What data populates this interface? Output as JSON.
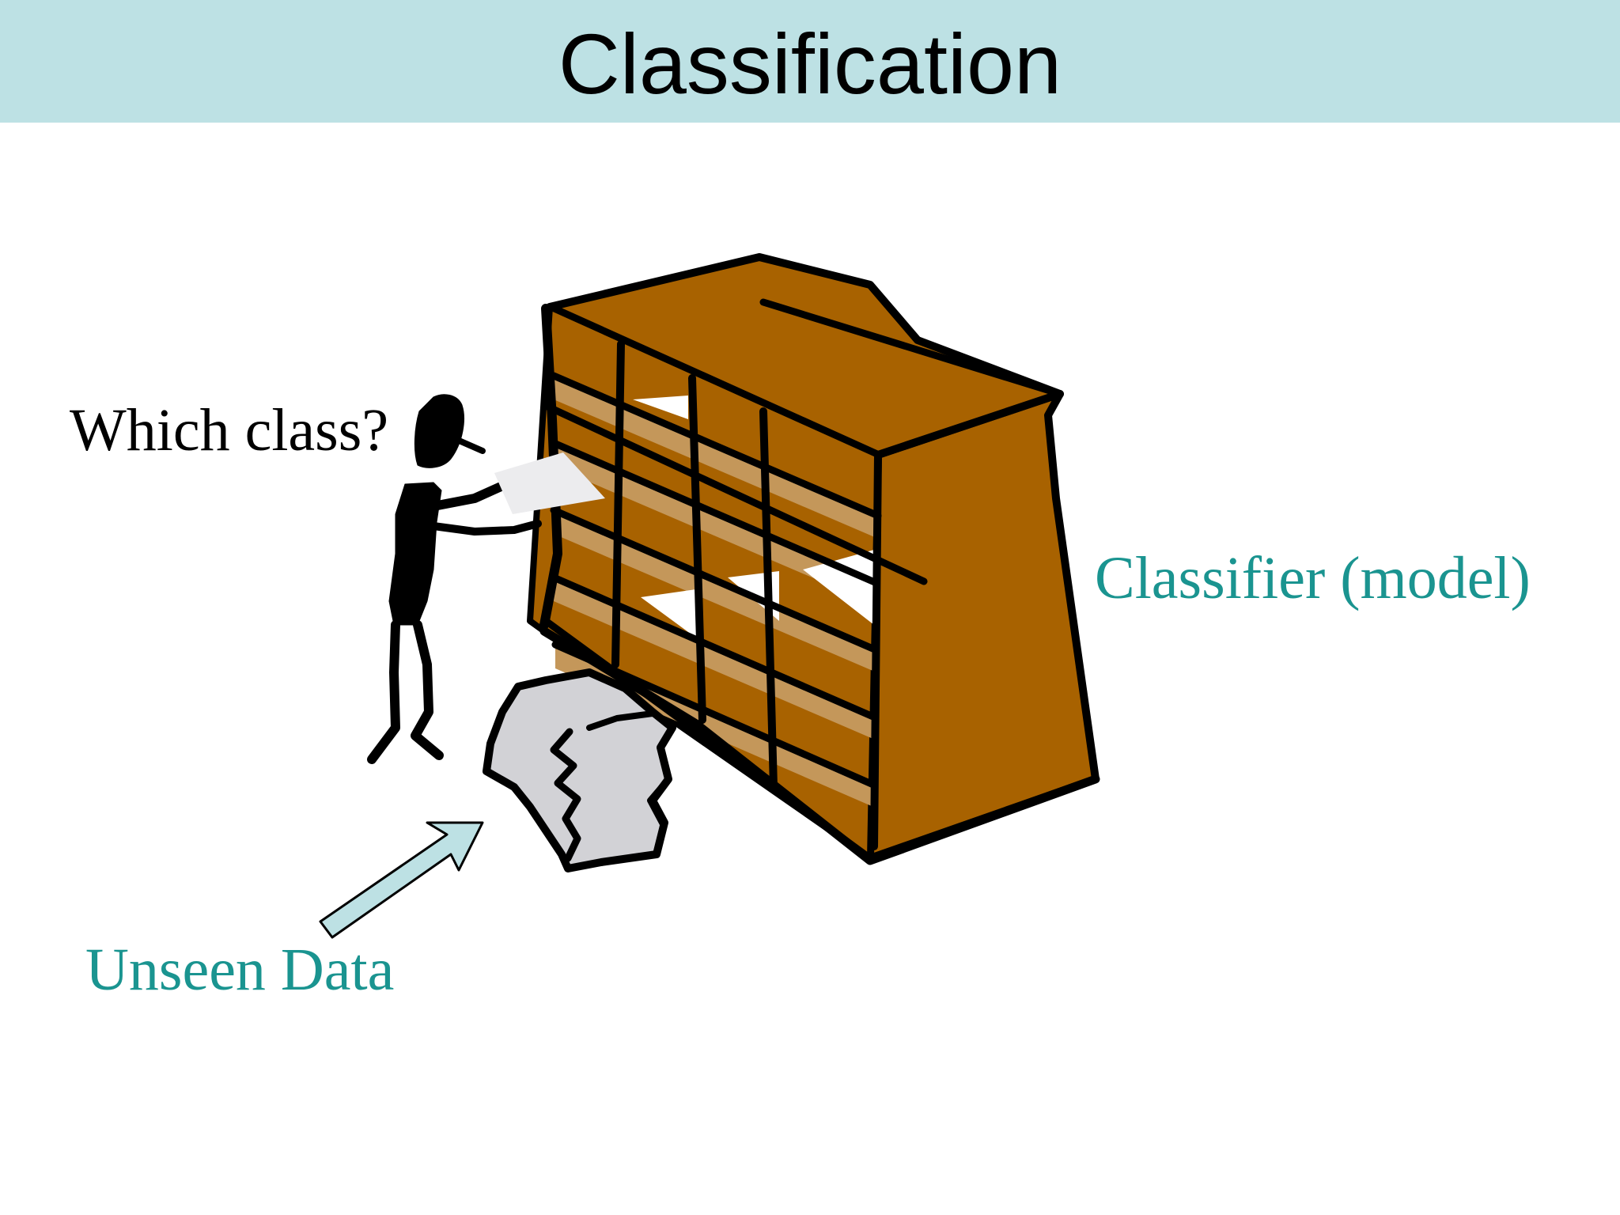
{
  "slide": {
    "title": "Classification",
    "title_bar_color": "#bde1e4"
  },
  "labels": {
    "question": "Which class?",
    "classifier": "Classifier (model)",
    "unseen_data": "Unseen Data"
  },
  "colors": {
    "label_accent": "#1a9490",
    "cabinet_wood": "#a86200",
    "cabinet_shelf": "#c4975a",
    "paper": "#d2d2d6",
    "arrow_fill": "#bde1e4"
  }
}
